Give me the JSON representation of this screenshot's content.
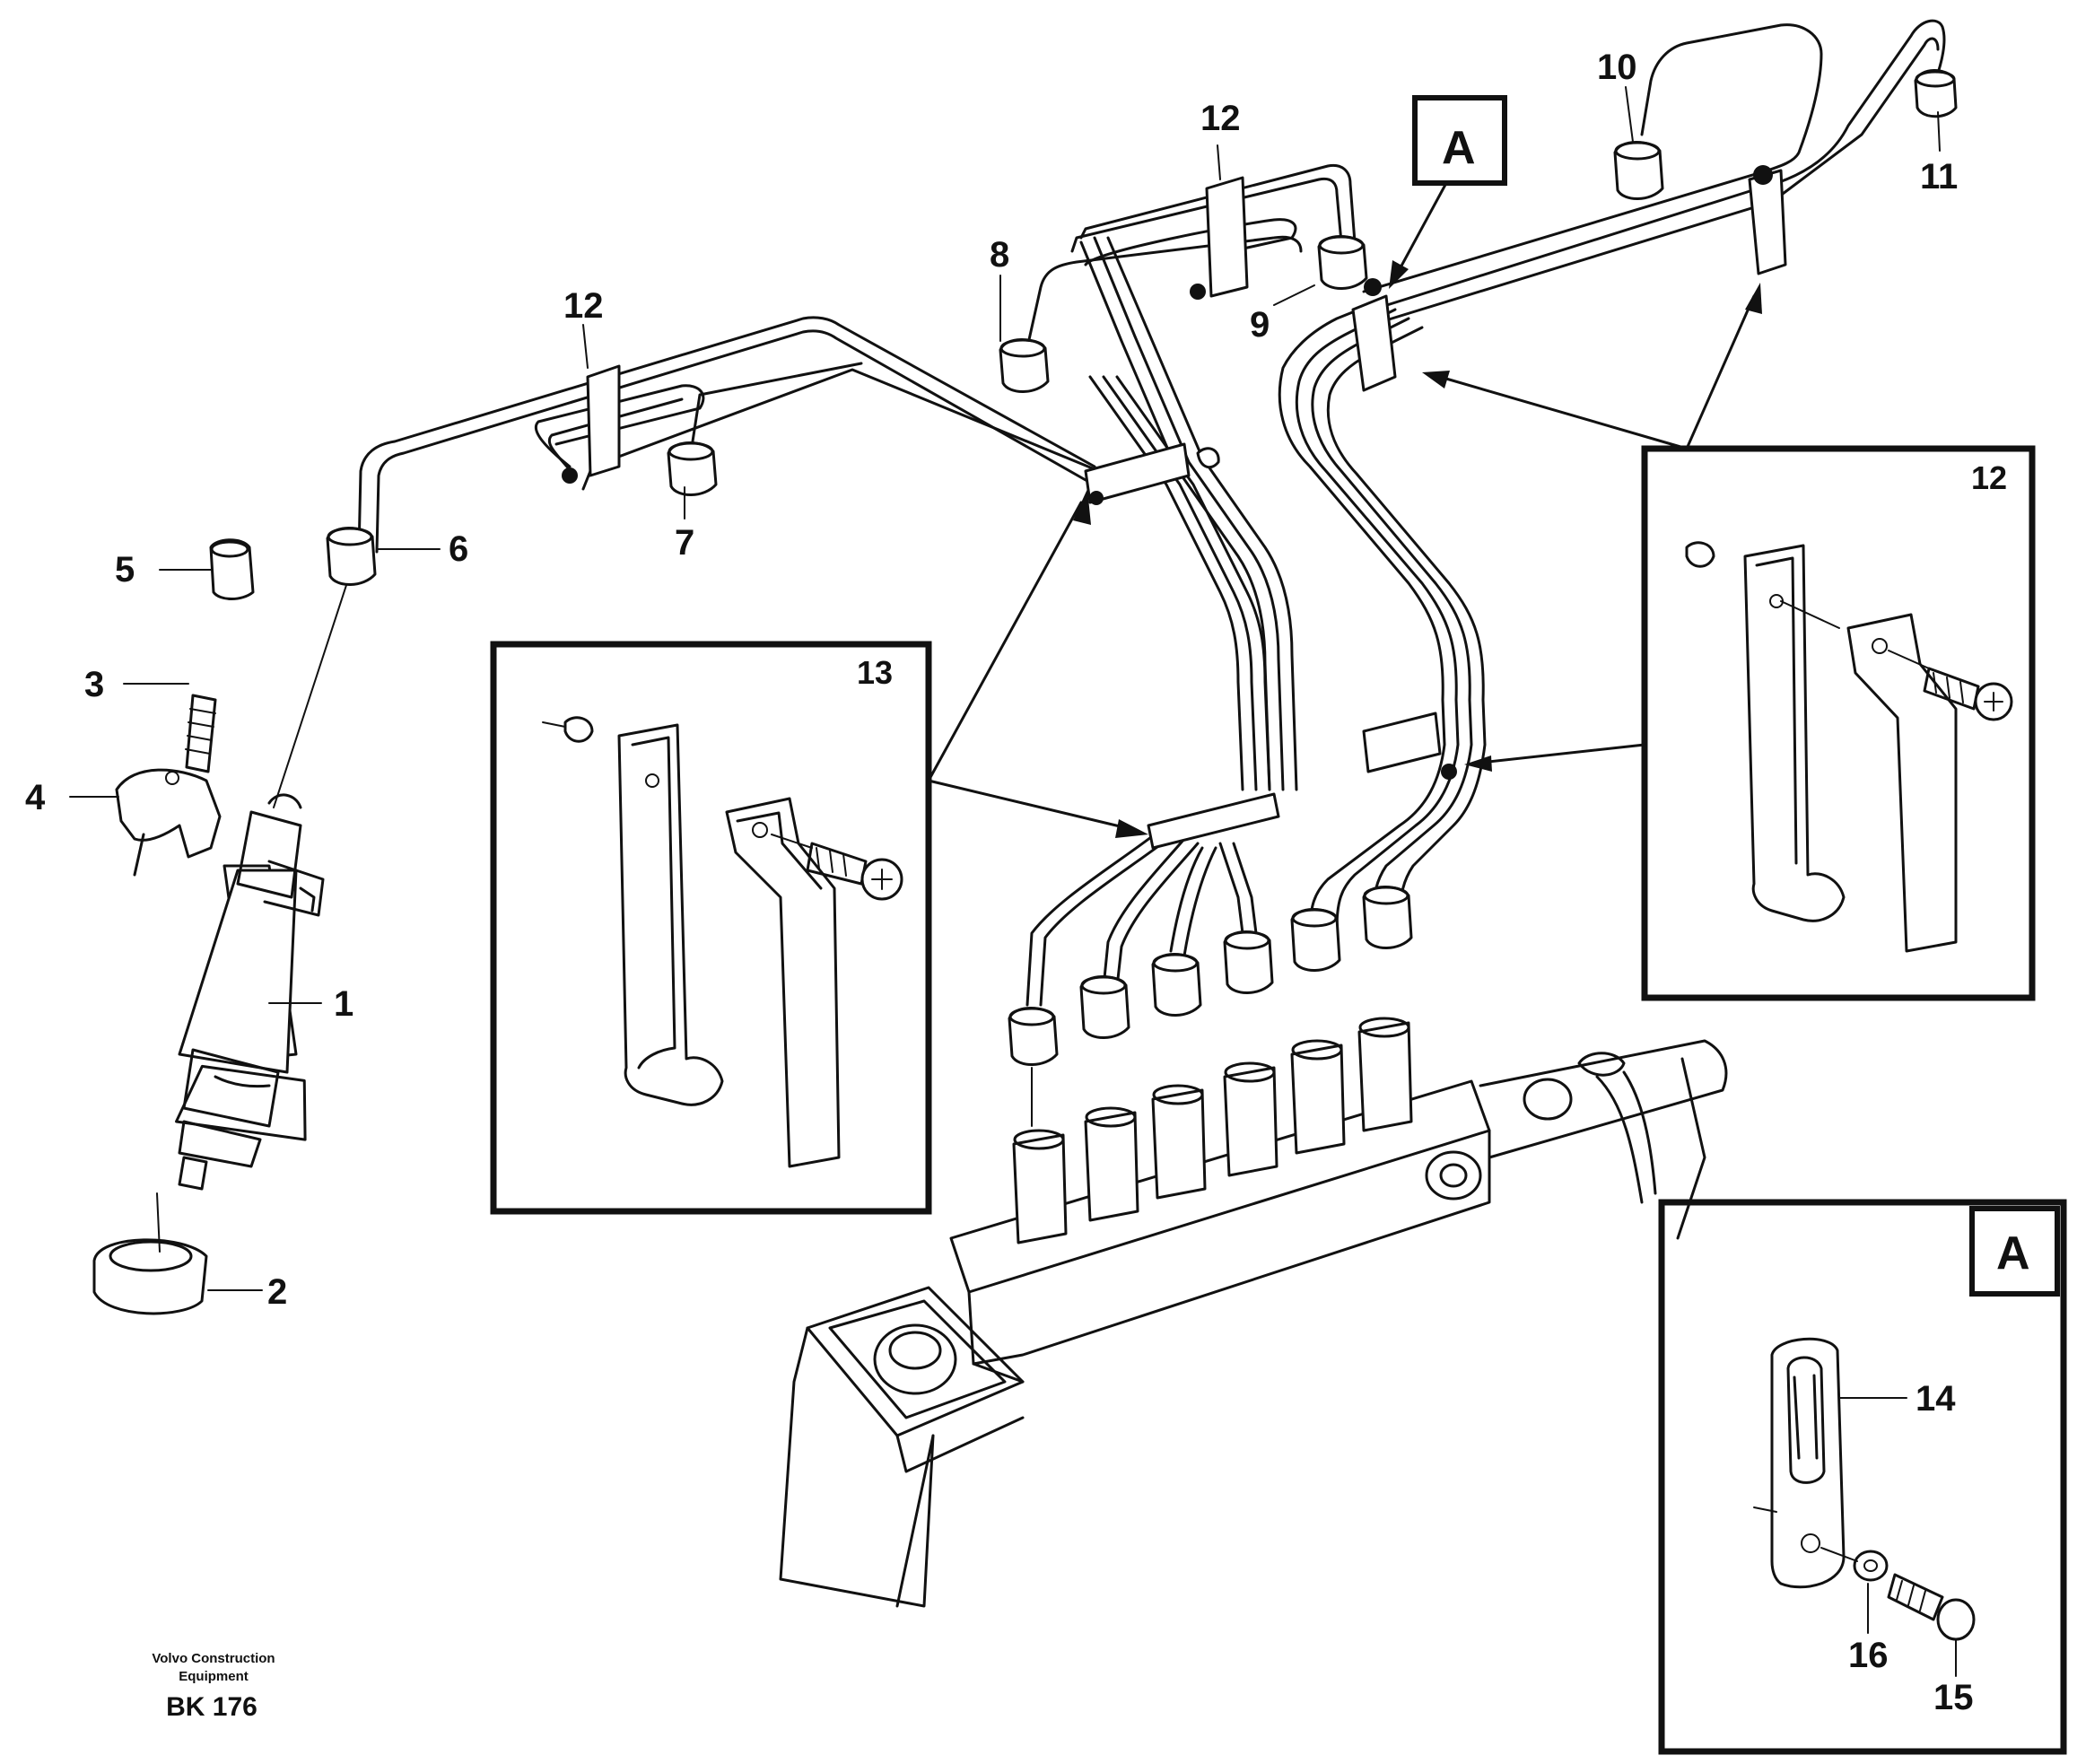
{
  "labels": {
    "p1": "1",
    "p2": "2",
    "p3": "3",
    "p4": "4",
    "p5": "5",
    "p6": "6",
    "p7": "7",
    "p8": "8",
    "p9": "9",
    "p10": "10",
    "p11": "11",
    "p12a": "12",
    "p12b": "12",
    "p13": "13",
    "p14": "14",
    "p15": "15",
    "p16": "16"
  },
  "detail_boxes": {
    "box12_number": "12",
    "box13_number": "13",
    "boxA_letter": "A"
  },
  "callout_A": "A",
  "footer": {
    "company_line1": "Volvo Construction",
    "company_line2": "Equipment",
    "code": "BK 176"
  }
}
